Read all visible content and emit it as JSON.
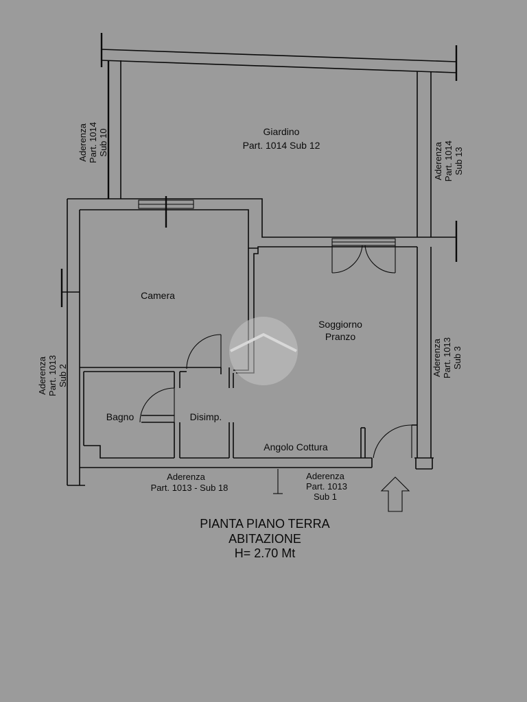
{
  "rooms": {
    "giardino": [
      "Giardino",
      "Part. 1014 Sub 12"
    ],
    "camera": "Camera",
    "soggiorno": [
      "Soggiorno",
      "Pranzo"
    ],
    "bagno": "Bagno",
    "disimp": "Disimp.",
    "cottura": "Angolo Cottura"
  },
  "adjacent": {
    "left_top": [
      "Aderenza",
      "Part. 1014",
      "Sub 10"
    ],
    "right_top": [
      "Aderenza",
      "Part. 1014",
      "Sub 13"
    ],
    "left_bottom": [
      "Aderenza",
      "Part. 1013",
      "Sub 2"
    ],
    "right_bottom": [
      "Aderenza",
      "Part. 1013",
      "Sub 3"
    ],
    "bottom_left": [
      "Aderenza",
      "Part. 1013 - Sub 18"
    ],
    "bottom_right": [
      "Aderenza",
      "Part. 1013",
      "Sub 1"
    ]
  },
  "title": [
    "PIANTA PIANO TERRA",
    "ABITAZIONE",
    "H= 2.70 Mt"
  ],
  "colors": {
    "background": "#9b9b9b",
    "ink": "#0a0a0a",
    "watermark": "#c4c4c4"
  },
  "icons": {
    "entrance": "up-arrow-icon",
    "watermark": "house-logo-icon"
  }
}
